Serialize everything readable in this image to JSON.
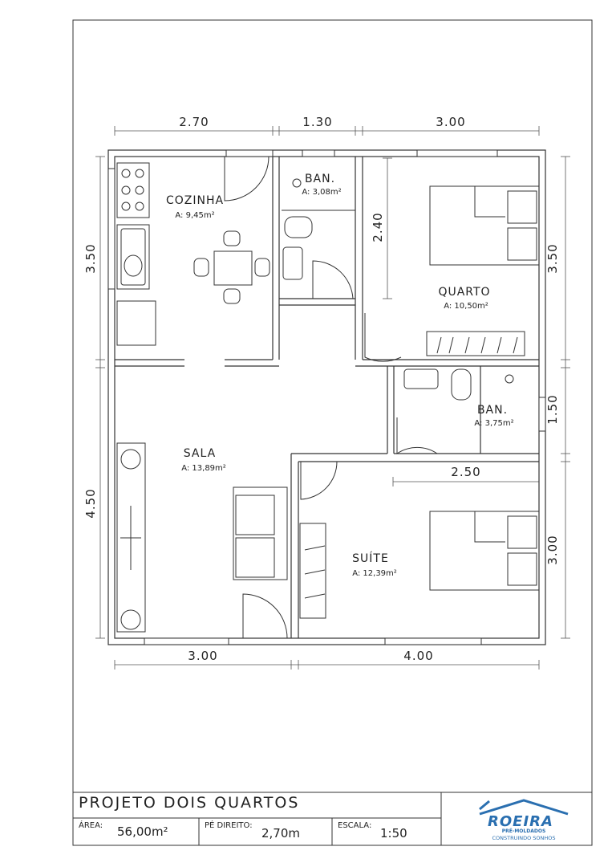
{
  "dimensions": {
    "top": [
      "2.70",
      "1.30",
      "3.00"
    ],
    "bottom": [
      "3.00",
      "4.00"
    ],
    "left": [
      "3.50",
      "4.50"
    ],
    "right": [
      "3.50",
      "1.50",
      "3.00"
    ],
    "inner_quarto_height": "2.40",
    "inner_suite_width": "2.50"
  },
  "rooms": {
    "cozinha": {
      "name": "COZINHA",
      "area": "A:  9,45m²"
    },
    "ban1": {
      "name": "BAN.",
      "area": "A:  3,08m²"
    },
    "quarto": {
      "name": "QUARTO",
      "area": "A:  10,50m²"
    },
    "ban2": {
      "name": "BAN.",
      "area": "A:  3,75m²"
    },
    "sala": {
      "name": "SALA",
      "area": "A:  13,89m²"
    },
    "suite": {
      "name": "SUÍTE",
      "area": "A:  12,39m²"
    }
  },
  "title_block": {
    "title": "PROJETO DOIS QUARTOS",
    "area_label": "ÁREA:",
    "area_value": "56,00m²",
    "pe_direito_label": "PÉ DIREITO:",
    "pe_direito_value": "2,70m",
    "escala_label": "ESCALA:",
    "escala_value": "1:50"
  },
  "logo": {
    "brand": "ROEIRA",
    "subtitle": "PRÉ-MOLDADOS",
    "tagline": "CONSTRUINDO SONHOS",
    "color": "#2a6fb0"
  }
}
